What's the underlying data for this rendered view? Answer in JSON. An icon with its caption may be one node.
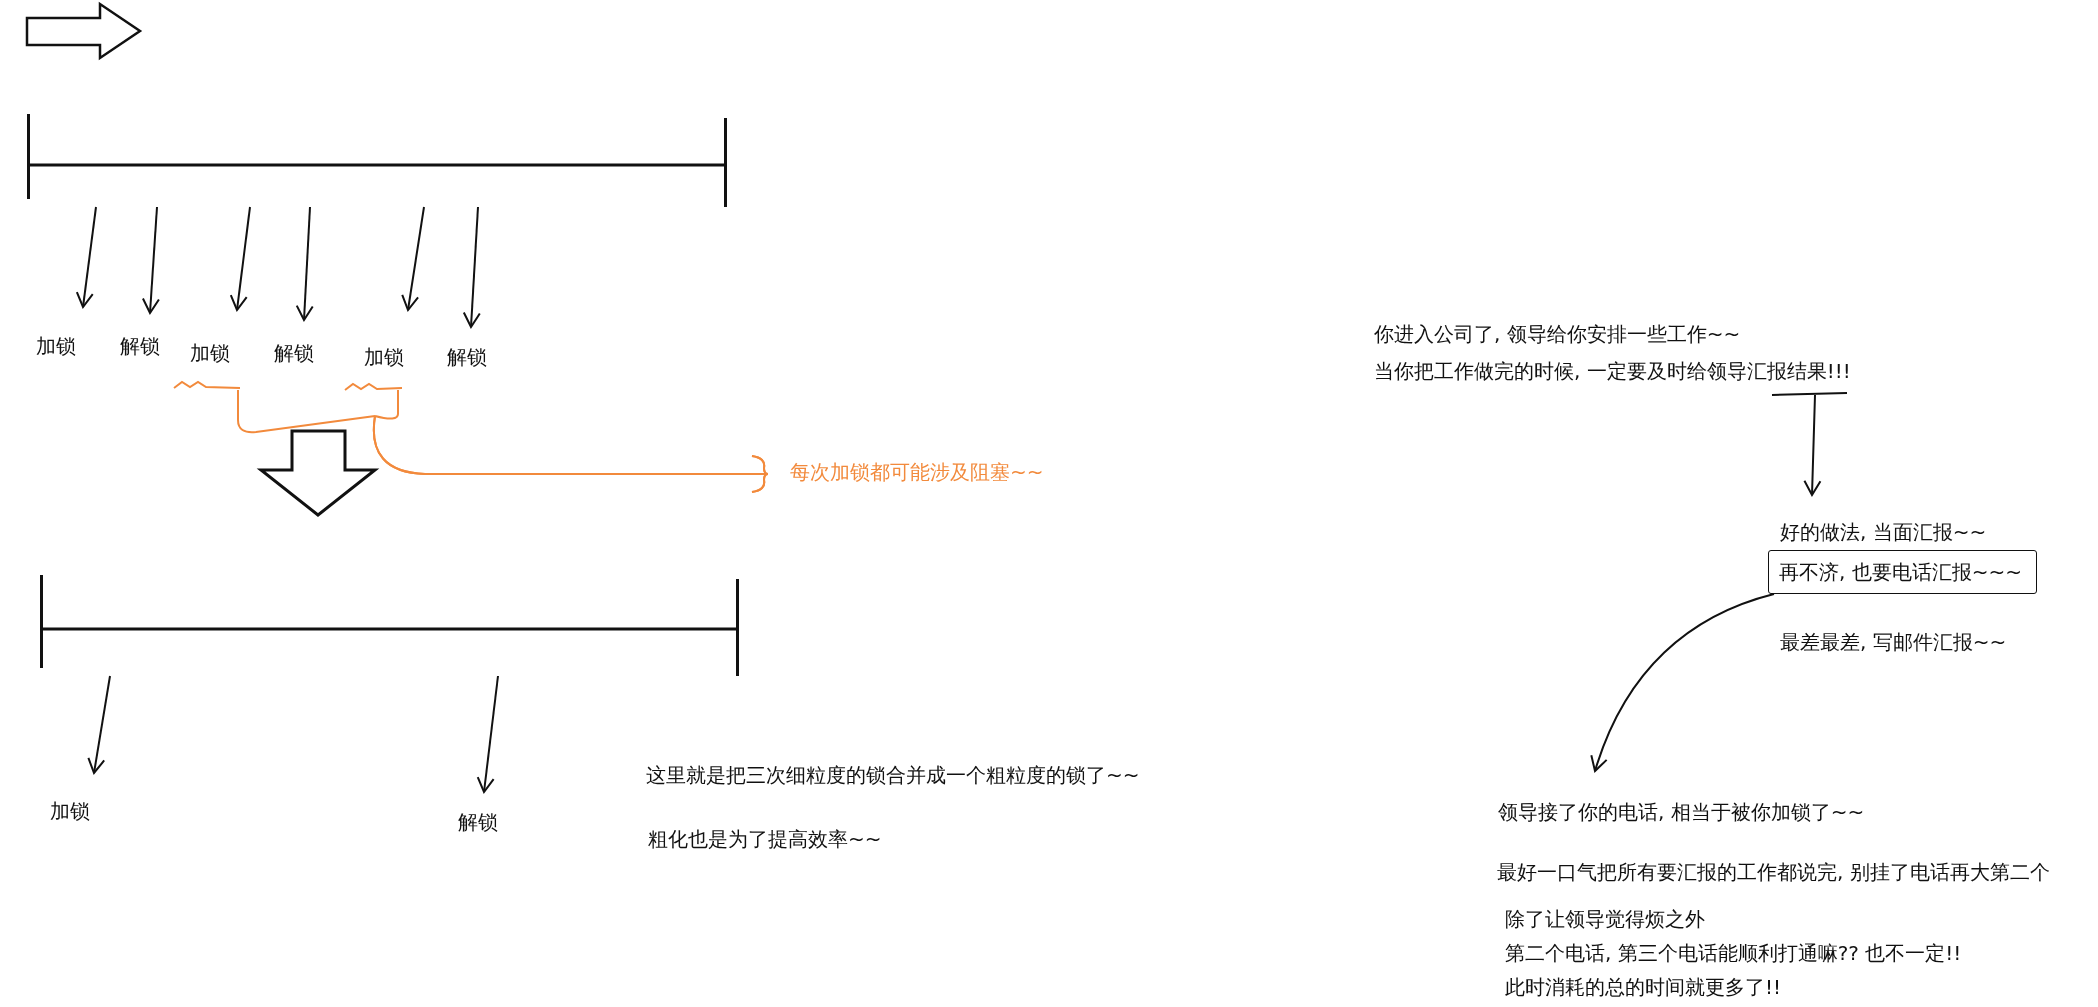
{
  "diagram": {
    "nodes": [
      {
        "text": [],
        "shape": "bar"
      },
      {
        "text": [
          "加锁"
        ]
      },
      {
        "text": [
          "解锁"
        ]
      },
      {
        "text": [
          "加锁"
        ]
      },
      {
        "text": [
          "解锁"
        ]
      },
      {
        "text": [
          "加锁"
        ]
      },
      {
        "text": [
          "解锁"
        ]
      },
      {
        "text": [
          "每次加锁都可能涉及阻塞~~"
        ]
      },
      {
        "text": [],
        "shape": "bar"
      },
      {
        "text": [
          "加锁"
        ]
      },
      {
        "text": [
          "解锁"
        ]
      },
      {
        "text": [
          "你进入公司了, 领导给你安排一些工作~~",
          "当你把工作做完的时候, 一定要及时给领导汇报结果!!!"
        ]
      },
      {
        "text": [
          "好的做法, 当面汇报~~"
        ]
      },
      {
        "text": [
          "再不济, 也要电话汇报~~~"
        ]
      },
      {
        "text": [
          "最差最差, 写邮件汇报~~"
        ]
      },
      {
        "text": [
          "领导接了你的电话, 相当于被你加锁了~~"
        ]
      }
    ],
    "edges": [
      {
        "from": 0,
        "to": 1,
        "arrow": "to"
      },
      {
        "from": 0,
        "to": 2,
        "arrow": "to"
      },
      {
        "from": 0,
        "to": 3,
        "arrow": "to"
      },
      {
        "from": 0,
        "to": 4,
        "arrow": "to"
      },
      {
        "from": 0,
        "to": 5,
        "arrow": "to"
      },
      {
        "from": 0,
        "to": 6,
        "arrow": "to"
      },
      {
        "from": 3,
        "to": 7,
        "arrow": "to",
        "color": "#f28a3c"
      },
      {
        "from": 5,
        "to": 7,
        "arrow": "to",
        "color": "#f28a3c"
      },
      {
        "from": 8,
        "to": 9,
        "arrow": "to"
      },
      {
        "from": 8,
        "to": 10,
        "arrow": "to"
      },
      {
        "from": 11,
        "to": 12,
        "arrow": "to"
      },
      {
        "from": 13,
        "to": 15,
        "arrow": "to"
      }
    ],
    "labels": [
      "这里就是把三次细粒度的锁合并成一个粗粒度的锁了~~",
      "粗化也是为了提高效率~~",
      "最好一口气把所有要汇报的工作都说完, 别挂了电话再大第二个",
      "除了让领导觉得烦之外",
      "第二个电话, 第三个电话能顺利打通嘛?? 也不一定!!",
      "此时消耗的总的时间就更多了!!"
    ]
  }
}
